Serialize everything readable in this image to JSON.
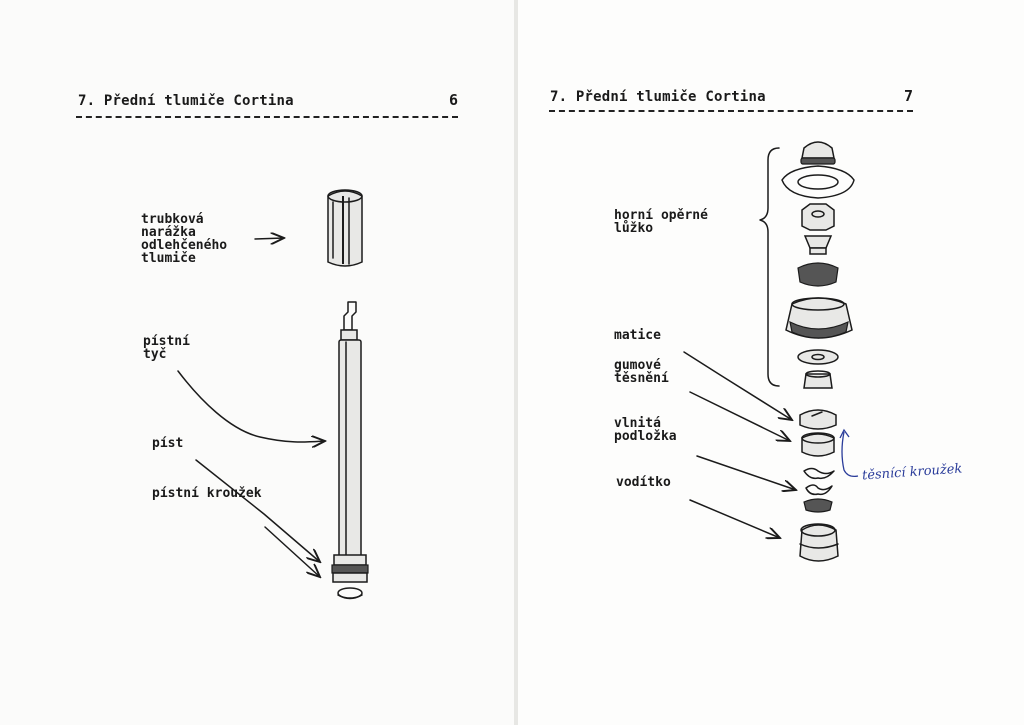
{
  "left_page": {
    "header": "7. Přední tlumiče Cortina",
    "page_number": "6",
    "labels": {
      "sleeve": "trubková\nnarážka\nodlehčeného\ntlumiče",
      "rod": "pístní\ntyč",
      "piston": "píst",
      "ring": "pístní kroužek"
    }
  },
  "right_page": {
    "header": "7. Přední tlumiče Cortina",
    "page_number": "7",
    "labels": {
      "mount": "horní opěrné\nlůžko",
      "nut": "matice",
      "rubber": "gumové\ntěsnění",
      "washer": "vlnitá\npodložka",
      "guide": "vodítko"
    },
    "handwritten_note": "těsnící kroužek"
  }
}
